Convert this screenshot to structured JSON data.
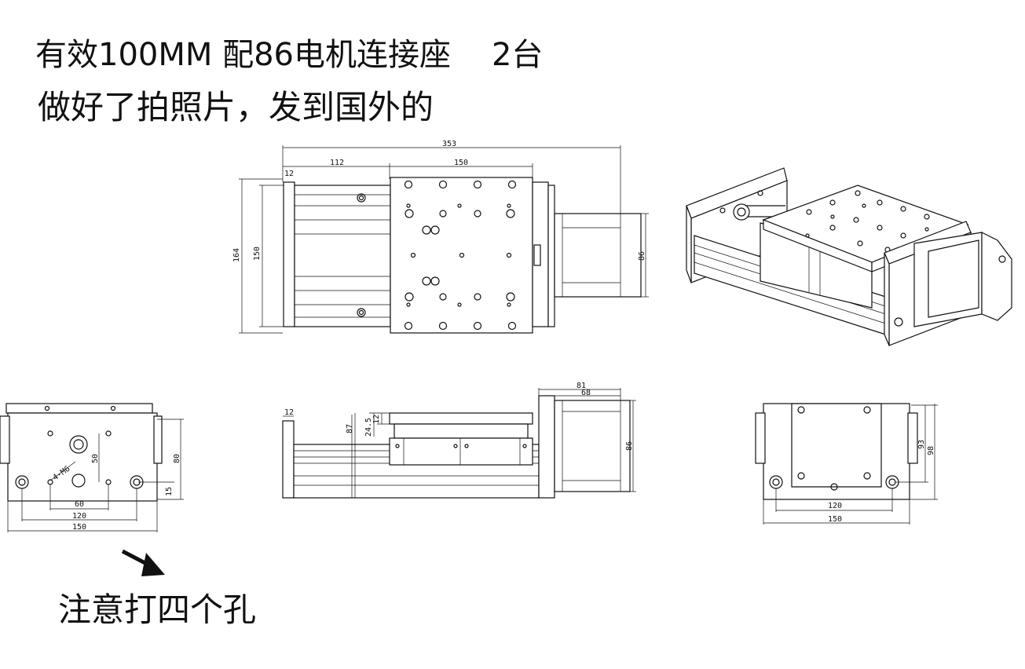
{
  "notes": {
    "line1_main": "有效100MM 配86电机连接座",
    "line1_qty": "2台",
    "line2": "做好了拍照片，发到国外的",
    "line3": "注意打四个孔"
  },
  "top_view": {
    "dims": {
      "overall": "353",
      "left_section": "112",
      "table_width": "150",
      "end_plate": "12",
      "height_total": "164",
      "height_inner": "150",
      "motor_block": "86"
    }
  },
  "end_view": {
    "dims": {
      "hole_spec": "4-M6",
      "hole_offset": "50",
      "height": "80",
      "bottom_gap": "15",
      "spacing_inner": "60",
      "spacing_mid": "120",
      "width": "150"
    }
  },
  "side_view": {
    "dims": {
      "end_plate": "12",
      "height": "87",
      "table_height": "24.5",
      "table_top": "12",
      "motor_length": "81",
      "motor_inner": "68",
      "motor_height": "86"
    }
  },
  "motor_end_view": {
    "dims": {
      "spacing": "120",
      "width": "150",
      "height_inner": "93",
      "height_outer": "98"
    }
  },
  "annotation": {
    "arrow": "arrow-pointer"
  }
}
